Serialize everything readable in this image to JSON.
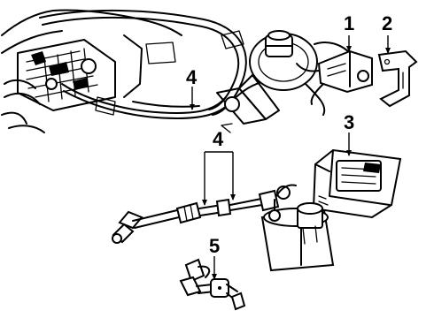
{
  "diagram": {
    "callouts": [
      {
        "id": "1",
        "text": "1"
      },
      {
        "id": "2",
        "text": "2"
      },
      {
        "id": "3",
        "text": "3"
      },
      {
        "id": "4a",
        "text": "4"
      },
      {
        "id": "4b",
        "text": "4"
      },
      {
        "id": "5",
        "text": "5"
      }
    ],
    "parts": [
      {
        "callout": "1",
        "icon": "cruise-control-servo-icon"
      },
      {
        "callout": "2",
        "icon": "mounting-bracket-icon"
      },
      {
        "callout": "3",
        "icon": "control-module-icon"
      },
      {
        "callout": "4",
        "icon": "vacuum-hose-cable-icon"
      },
      {
        "callout": "5",
        "icon": "vacuum-valve-switch-icon"
      }
    ]
  }
}
